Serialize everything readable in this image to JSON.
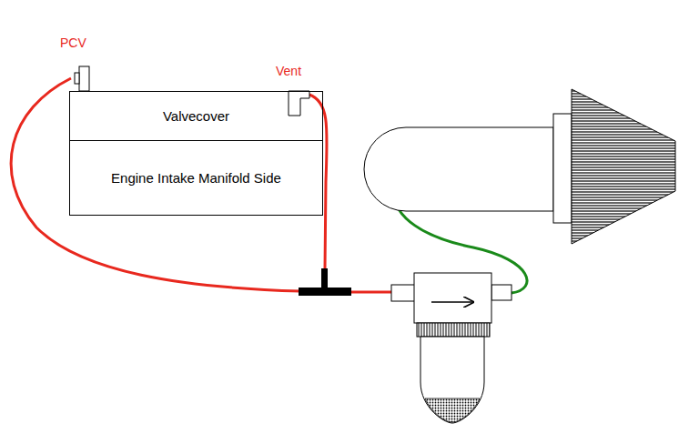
{
  "diagram": {
    "nodes": [
      {
        "text": [
          "Valvecover"
        ]
      },
      {
        "text": [
          "Engine Intake Manifold Side"
        ]
      }
    ],
    "labels": [
      "PCV",
      "Vent"
    ]
  }
}
